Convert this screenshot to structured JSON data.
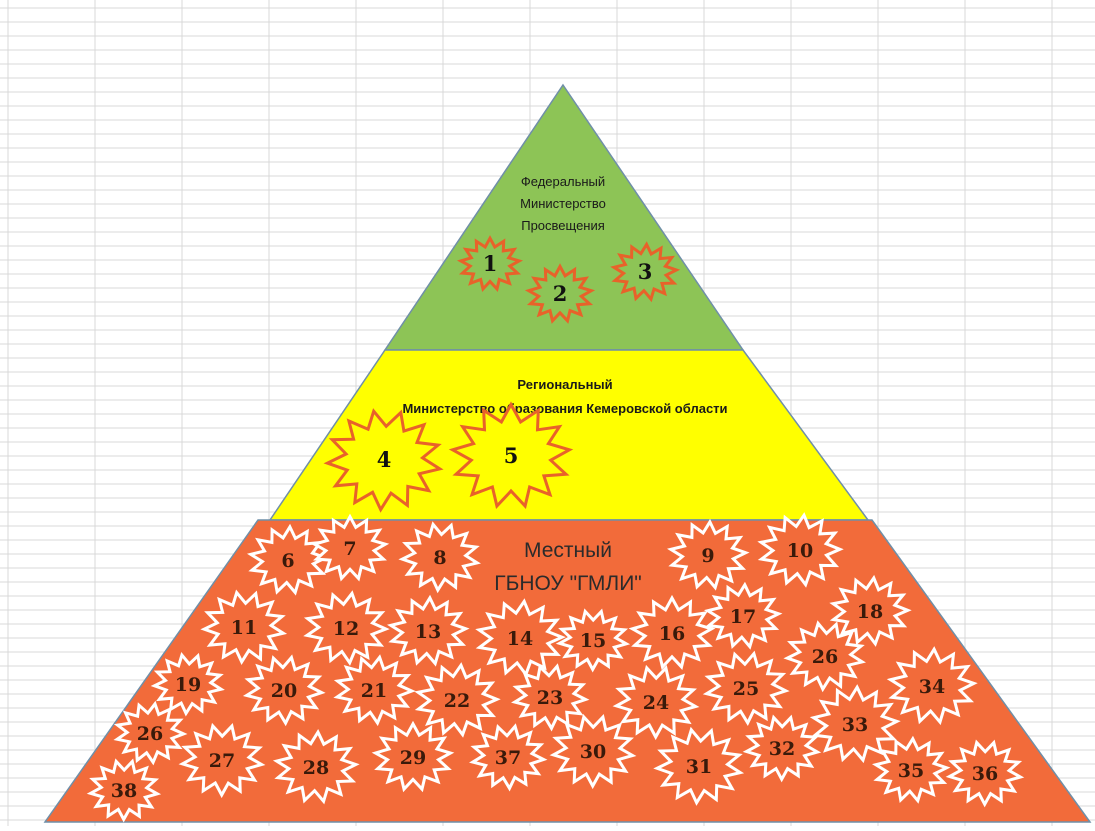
{
  "levels": {
    "federal": {
      "lines": [
        "Федеральный",
        "Министерство",
        "Просвещения"
      ],
      "fill": "#8dc456"
    },
    "regional": {
      "lines": [
        "Региональный",
        "Министерство образования Кемеровской области"
      ],
      "fill": "#ffff00"
    },
    "local": {
      "lines": [
        "Местный",
        "ГБНОУ \"ГМЛИ\""
      ],
      "fill": "#f26b3a"
    }
  },
  "badges": {
    "federal": [
      "1",
      "2",
      "3"
    ],
    "regional": [
      "4",
      "5"
    ],
    "local": [
      "6",
      "7",
      "8",
      "9",
      "10",
      "11",
      "12",
      "13",
      "14",
      "15",
      "16",
      "17",
      "18",
      "26",
      "19",
      "20",
      "21",
      "22",
      "23",
      "24",
      "25",
      "34",
      "33",
      "26",
      "27",
      "28",
      "29",
      "37",
      "30",
      "31",
      "32",
      "35",
      "36",
      "38"
    ]
  },
  "colors": {
    "star_outline": "#e8622a",
    "local_star_fill": "#ffffff",
    "grid_line": "#d9d9d9"
  }
}
